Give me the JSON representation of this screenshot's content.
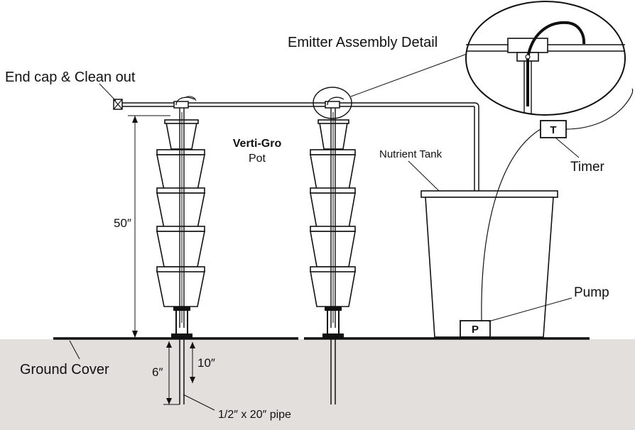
{
  "colors": {
    "ink": "#111111",
    "ground": "#e3dfdc",
    "paper": "#ffffff"
  },
  "labels": {
    "emitter_detail": "Emitter Assembly Detail",
    "end_cap": "End cap & Clean out",
    "brand": "Verti-Gro",
    "pot": "Pot",
    "nutrient_tank": "Nutrient Tank",
    "timer": "Timer",
    "timer_box": "T",
    "pump": "Pump",
    "pump_box": "P",
    "height": "50″",
    "depth_6": "6″",
    "depth_10": "10″",
    "ground_cover": "Ground Cover",
    "pipe": "1/2″ x 20″ pipe"
  }
}
